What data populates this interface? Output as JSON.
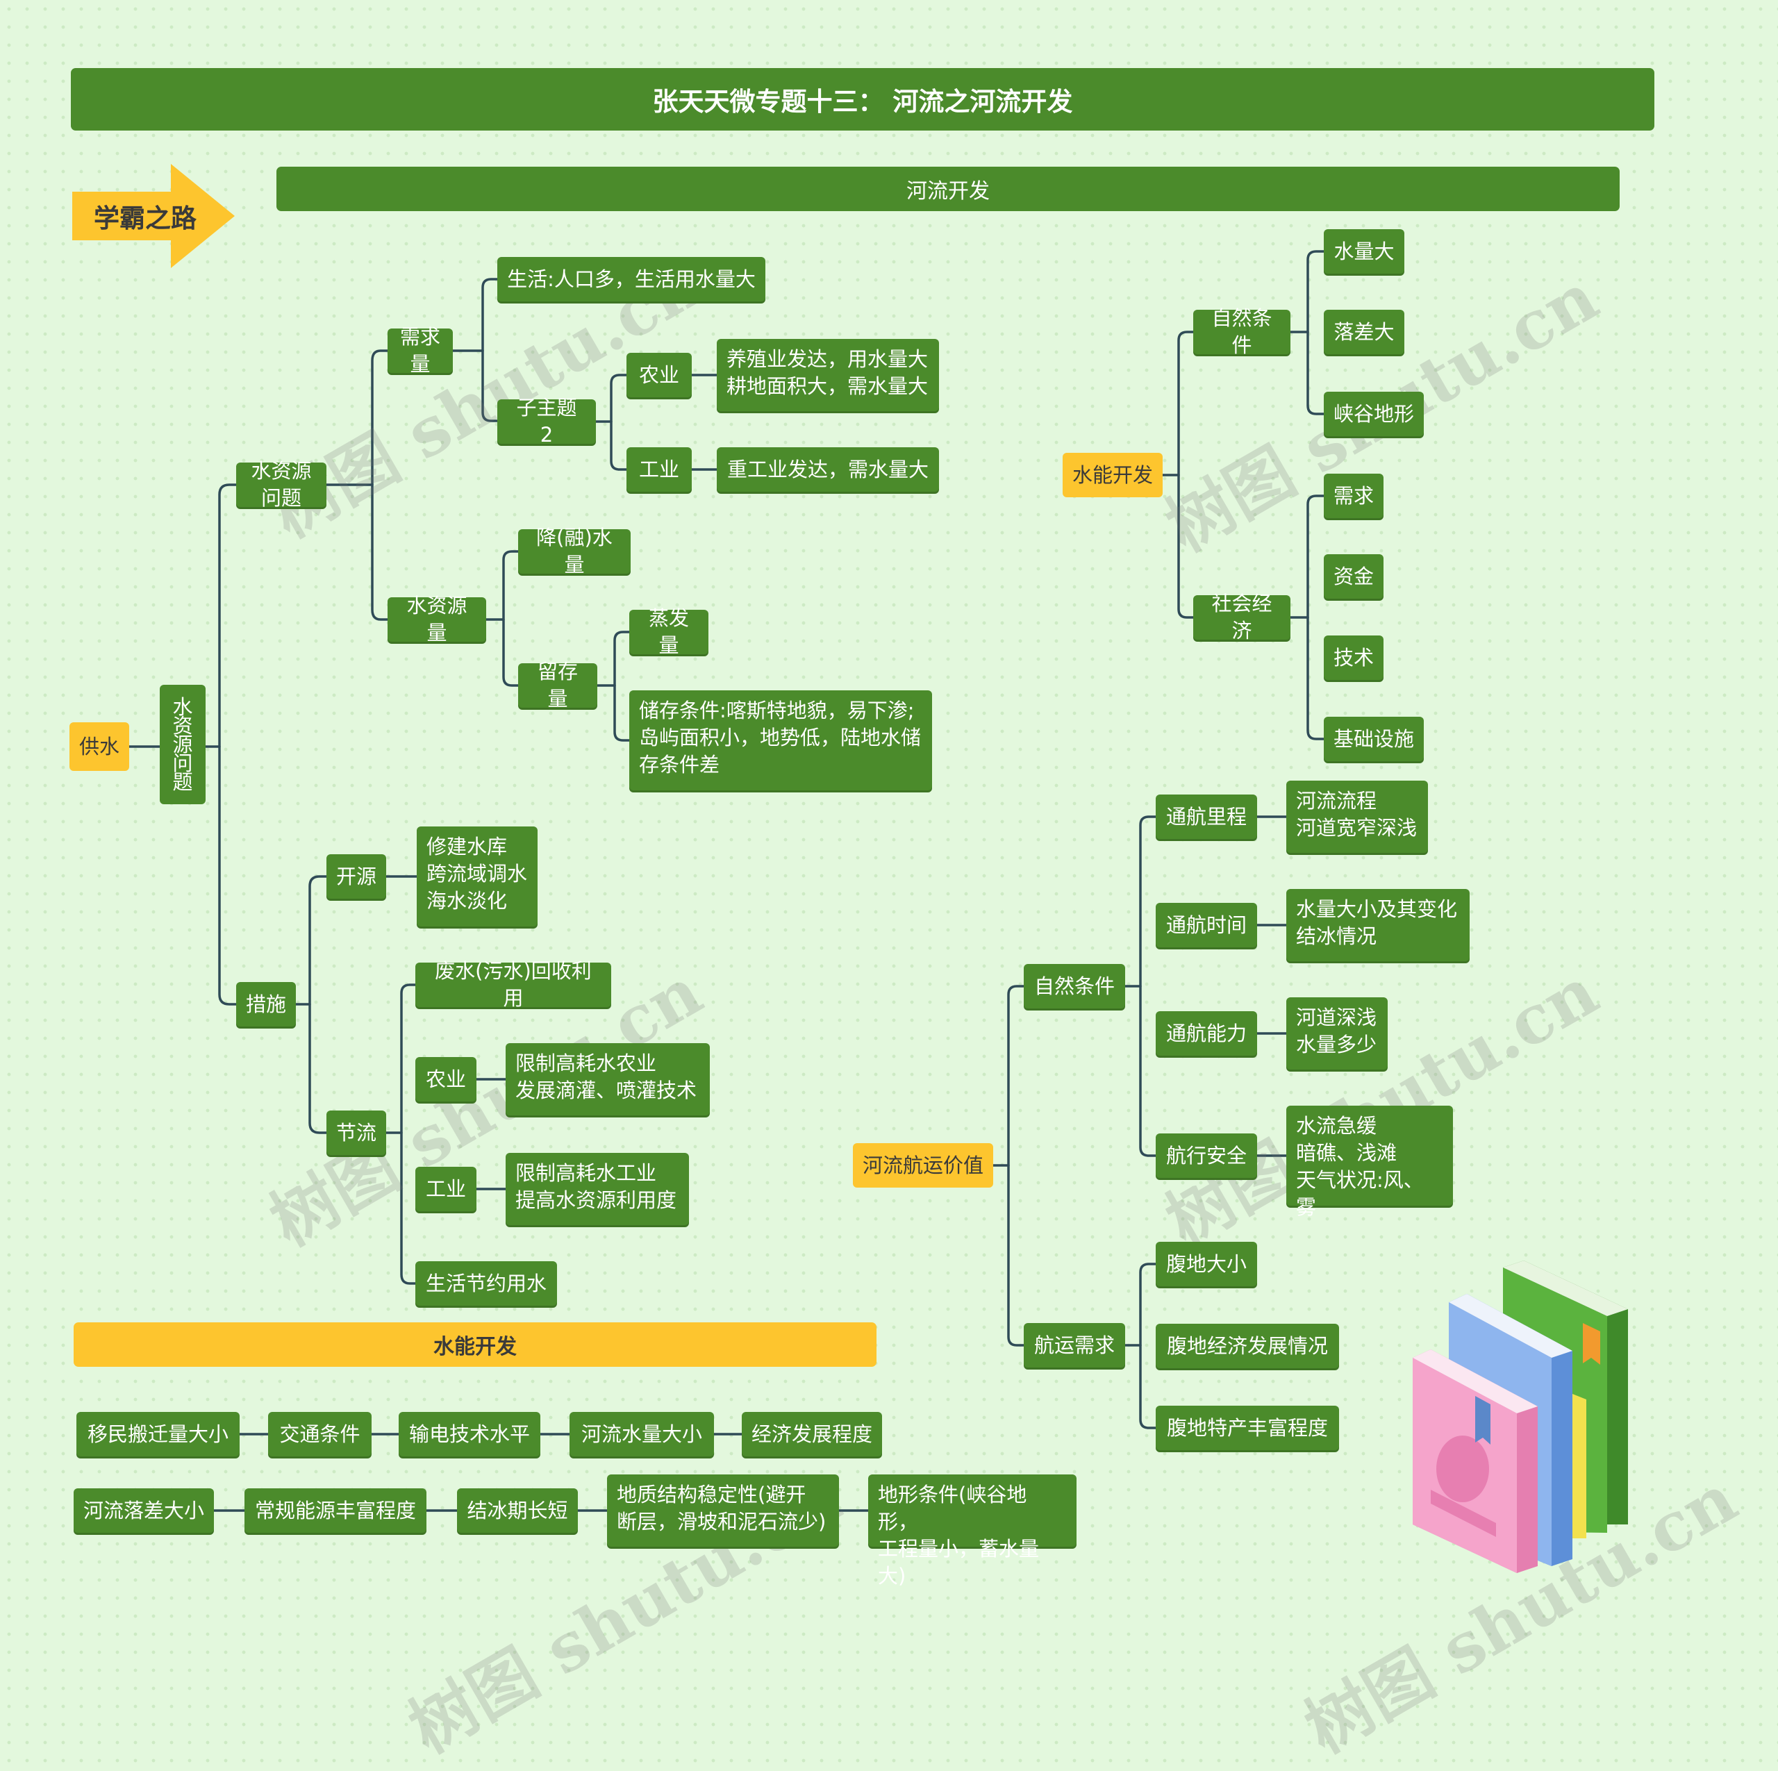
{
  "title": "张天天微专题十三： 河流之河流开发",
  "arrow_label": "学霸之路",
  "section_bar": "河流开发",
  "watermark": "树图 shutu.cn",
  "colors": {
    "green": "#4b8b2b",
    "yellow": "#fdc52e",
    "background": "#e3f8dd",
    "line": "#2f4b57"
  },
  "left_tree": {
    "root": "供水",
    "main": "水资源问题",
    "water_problem": {
      "label": "水资源问题",
      "demand": {
        "label": "需求量",
        "life": "生活:人口多，生活用水量大",
        "subtopic": {
          "label": "子主题 2",
          "agri": {
            "label": "农业",
            "detail": "养殖业发达，用水量大\n耕地面积大，需水量大"
          },
          "ind": {
            "label": "工业",
            "detail": "重工业发达，需水量大"
          }
        }
      },
      "supply": {
        "label": "水资源量",
        "precip": "降(融)水量",
        "retain": {
          "label": "留存量",
          "evap": "蒸发量",
          "storage": "储存条件:喀斯特地貌，易下渗;\n岛屿面积小，地势低，陆地水储\n存条件差"
        }
      }
    },
    "measures": {
      "label": "措施",
      "open": {
        "label": "开源",
        "detail": "修建水库\n跨流域调水\n海水淡化"
      },
      "save": {
        "label": "节流",
        "waste": "废水(污水)回收利用",
        "agri": {
          "label": "农业",
          "detail": "限制高耗水农业\n发展滴灌、喷灌技术"
        },
        "ind": {
          "label": "工业",
          "detail": "限制高耗水工业\n提高水资源利用度"
        },
        "life": "生活节约用水"
      }
    }
  },
  "hydro": {
    "root": "水能开发",
    "natural": {
      "label": "自然条件",
      "items": [
        "水量大",
        "落差大",
        "峡谷地形"
      ]
    },
    "social": {
      "label": "社会经济",
      "items": [
        "需求",
        "资金",
        "技术",
        "基础设施"
      ]
    }
  },
  "shipping": {
    "root": "河流航运价值",
    "natural": {
      "label": "自然条件",
      "items": [
        {
          "label": "通航里程",
          "detail": "河流流程\n河道宽窄深浅"
        },
        {
          "label": "通航时间",
          "detail": "水量大小及其变化\n结冰情况"
        },
        {
          "label": "通航能力",
          "detail": "河道深浅\n水量多少"
        },
        {
          "label": "航行安全",
          "detail": "水流急缓\n暗礁、浅滩\n天气状况:风、雾"
        }
      ]
    },
    "demand": {
      "label": "航运需求",
      "items": [
        "腹地大小",
        "腹地经济发展情况",
        "腹地特产丰富程度"
      ]
    }
  },
  "factors": {
    "bar": "水能开发",
    "row1": [
      "移民搬迁量大小",
      "交通条件",
      "输电技术水平",
      "河流水量大小",
      "经济发展程度"
    ],
    "row2": [
      "河流落差大小",
      "常规能源丰富程度",
      "结冰期长短",
      "地质结构稳定性(避开\n断层，滑坡和泥石流少)",
      "地形条件(峡谷地形，\n工程量小，蓄水量大)"
    ]
  }
}
